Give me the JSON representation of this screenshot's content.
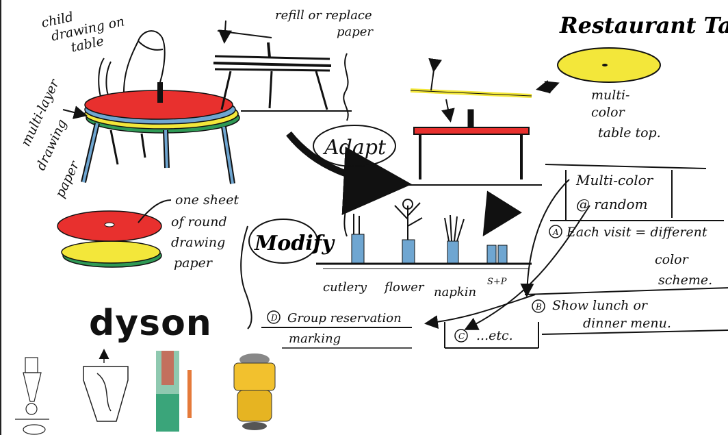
{
  "title": "Restaurant Table",
  "left": {
    "child_label": [
      "child",
      "drawing on",
      "table"
    ],
    "multilayer_label": [
      "multi-layer",
      "drawing",
      "paper"
    ],
    "sheet_label": [
      "one sheet",
      "of round",
      "drawing",
      "paper"
    ]
  },
  "center": {
    "refill_label": [
      "refill or replace",
      "paper"
    ],
    "adapt_label": "Adapt",
    "modify_label": "Modify",
    "items": [
      "cutlery",
      "flower",
      "napkin",
      "S+P"
    ]
  },
  "right": {
    "tabletop_label": [
      "multi-",
      "color",
      "table top."
    ],
    "list_header": [
      "Multi-color",
      "@ random"
    ],
    "item_a": [
      "A",
      "Each visit = different",
      "color",
      "scheme."
    ],
    "item_b": [
      "B",
      "Show lunch or",
      "dinner menu."
    ],
    "item_c": [
      "C",
      "...etc."
    ],
    "item_d": [
      "D",
      "Group reservation",
      "marking"
    ]
  },
  "brand": "dyson",
  "colors": {
    "red": "#e8302e",
    "yellow": "#f3e73a",
    "blue": "#6fa6d1",
    "green": "#2f9a55",
    "ink": "#111111"
  }
}
